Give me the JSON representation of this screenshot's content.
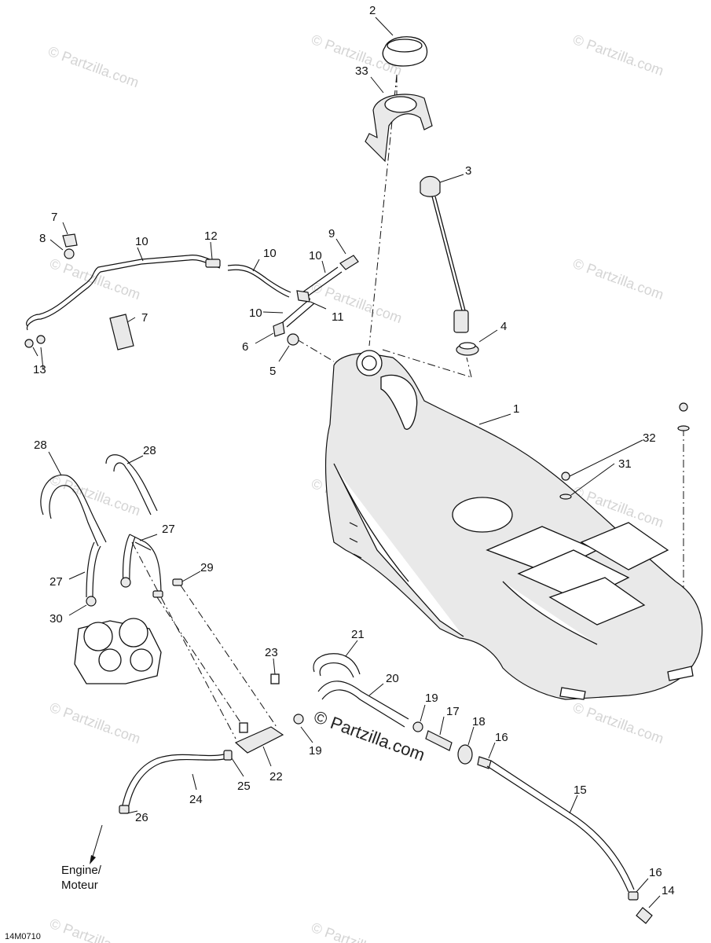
{
  "callouts": {
    "c1": "1",
    "c2": "2",
    "c3": "3",
    "c4": "4",
    "c5": "5",
    "c6": "6",
    "c7a": "7",
    "c7b": "7",
    "c8": "8",
    "c9": "9",
    "c10a": "10",
    "c10b": "10",
    "c10c": "10",
    "c10d": "10",
    "c11": "11",
    "c12": "12",
    "c13": "13",
    "c14": "14",
    "c15": "15",
    "c16a": "16",
    "c16b": "16",
    "c17": "17",
    "c18": "18",
    "c19a": "19",
    "c19b": "19",
    "c20": "20",
    "c21": "21",
    "c22": "22",
    "c23": "23",
    "c24": "24",
    "c25": "25",
    "c26": "26",
    "c27a": "27",
    "c27b": "27",
    "c28a": "28",
    "c28b": "28",
    "c29": "29",
    "c30": "30",
    "c31": "31",
    "c32": "32",
    "c33": "33"
  },
  "engine_label_line1": "Engine/",
  "engine_label_line2": "Moteur",
  "diagram_code": "14M0710",
  "brand_watermark": "© Partzilla.com",
  "faint_watermark": "© Partzilla.com"
}
